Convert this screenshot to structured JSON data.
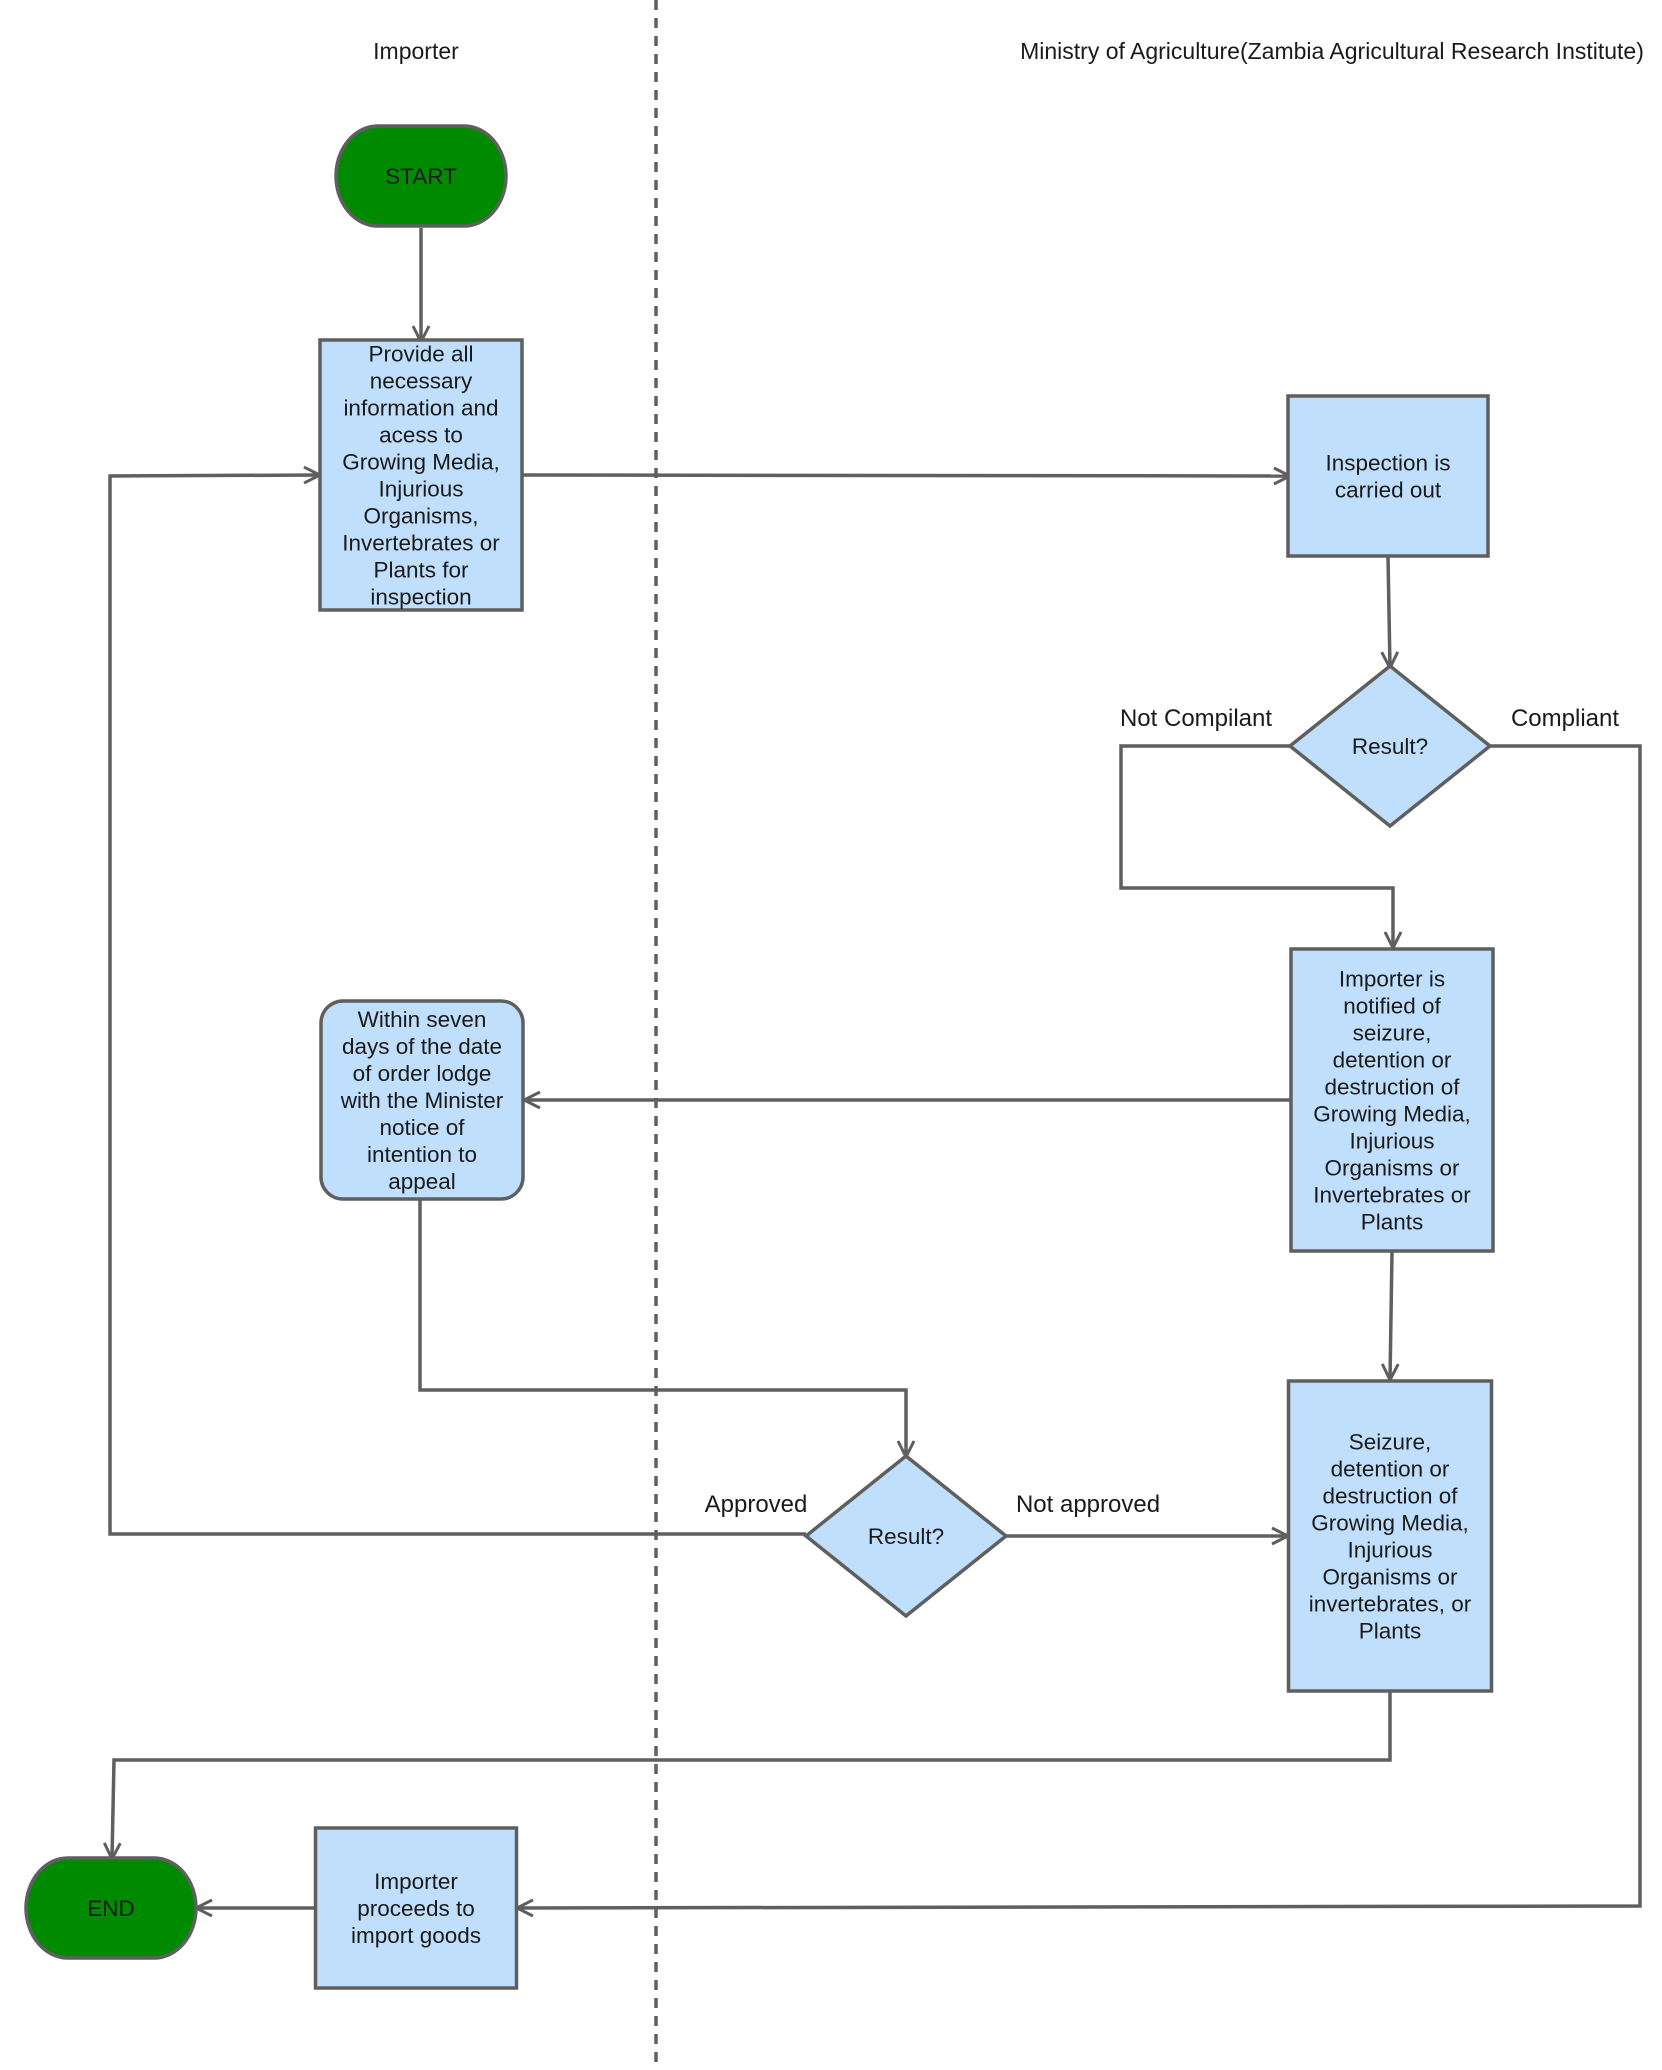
{
  "lanes": {
    "left": "Importer",
    "right": "Ministry of Agriculture(Zambia Agricultural Research Institute)"
  },
  "colors": {
    "terminal_fill": "#008a00",
    "process_fill": "#bfdffc",
    "stroke": "#5f5f5f",
    "text": "#1a1a1a"
  },
  "nodes": {
    "start": {
      "type": "terminal",
      "lines": [
        "START"
      ]
    },
    "provide": {
      "type": "process",
      "lines": [
        "Provide all",
        "necessary",
        "information and",
        "acess to",
        "Growing Media,",
        "Injurious",
        "Organisms,",
        "Invertebrates or",
        "Plants for",
        "inspection"
      ]
    },
    "inspection": {
      "type": "process",
      "lines": [
        "Inspection is",
        "carried out"
      ]
    },
    "result1": {
      "type": "decision",
      "lines": [
        "Result?"
      ]
    },
    "notified": {
      "type": "process",
      "lines": [
        "Importer is",
        "notified of",
        "seizure,",
        "detention or",
        "destruction of",
        "Growing Media,",
        "Injurious",
        "Organisms or",
        "Invertebrates or",
        "Plants"
      ]
    },
    "appeal": {
      "type": "process-rounded",
      "lines": [
        "Within seven",
        "days of the date",
        "of order lodge",
        "with the Minister",
        "notice of",
        "intention to",
        "appeal"
      ]
    },
    "seizure": {
      "type": "process",
      "lines": [
        "Seizure,",
        "detention or",
        "destruction of",
        "Growing Media,",
        "Injurious",
        "Organisms or",
        "invertebrates, or",
        "Plants"
      ]
    },
    "result2": {
      "type": "decision",
      "lines": [
        "Result?"
      ]
    },
    "proceed": {
      "type": "process",
      "lines": [
        "Importer",
        "proceeds to",
        "import goods"
      ]
    },
    "end": {
      "type": "terminal",
      "lines": [
        "END"
      ]
    }
  },
  "edge_labels": {
    "not_compliant": "Not Compilant",
    "compliant": "Compliant",
    "approved": "Approved",
    "not_approved": "Not  approved"
  }
}
